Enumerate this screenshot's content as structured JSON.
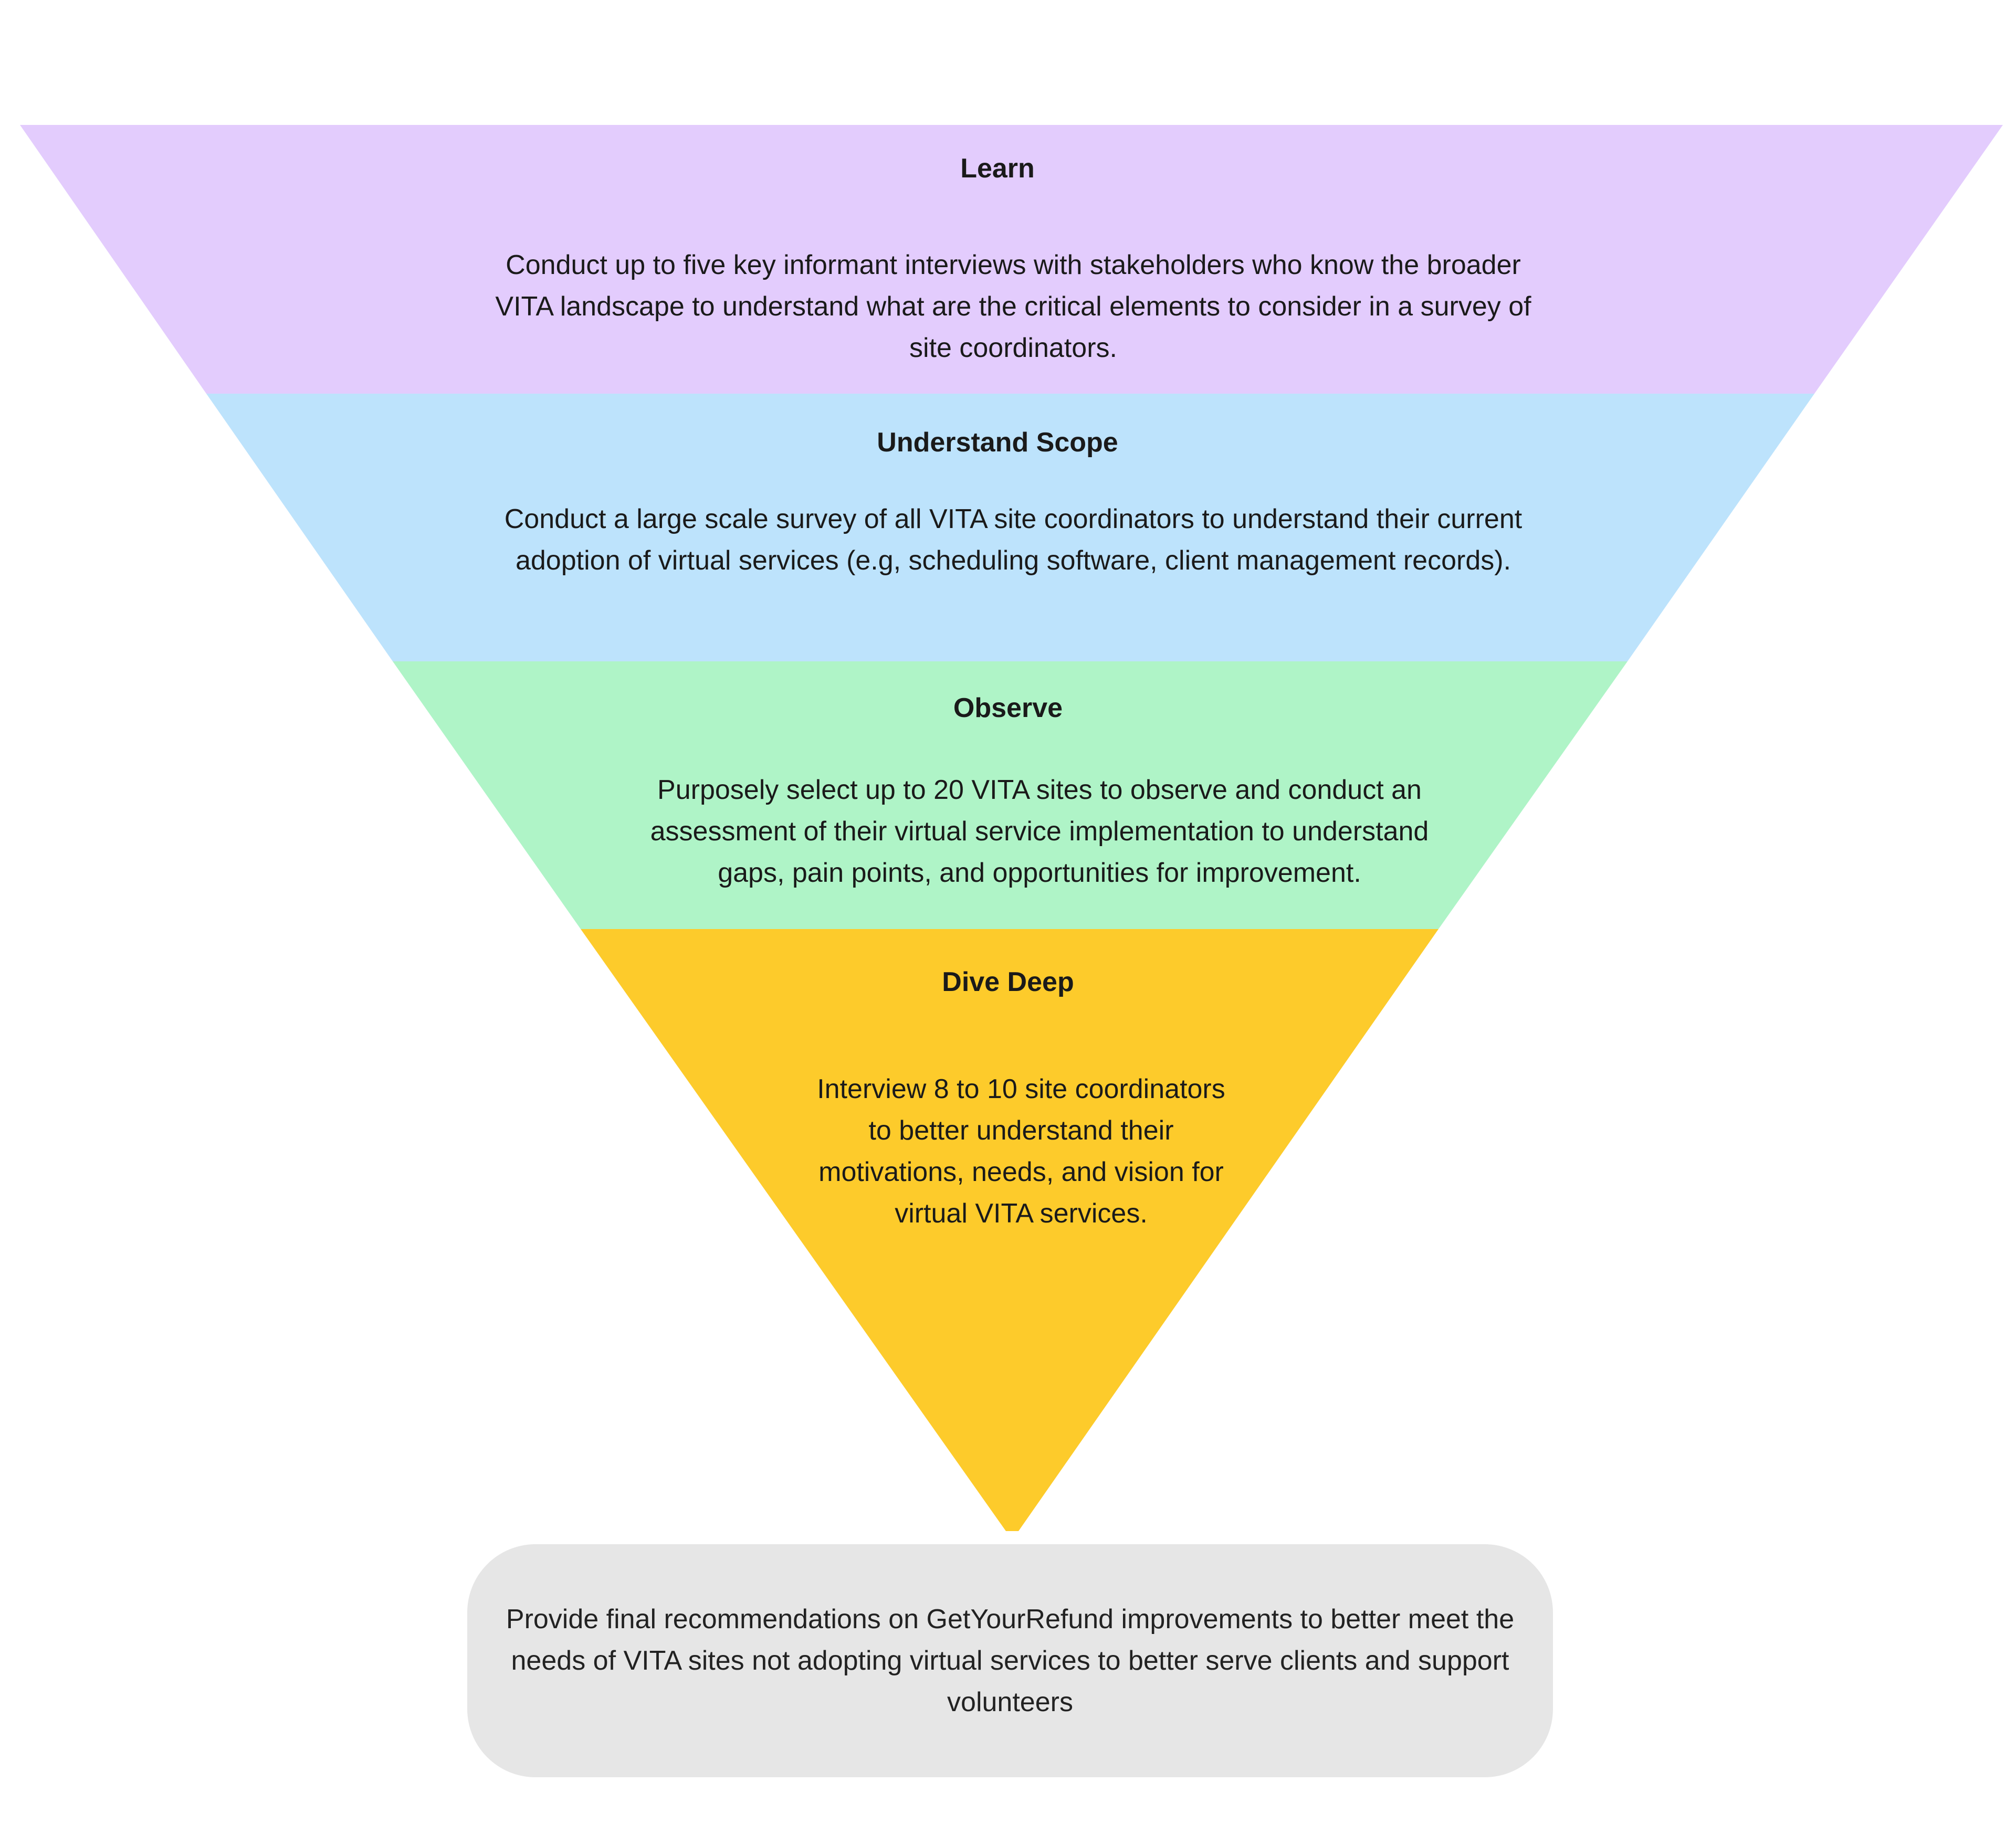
{
  "stages": [
    {
      "title": "Learn",
      "description": "Conduct up to five key informant interviews with stakeholders who know the broader VITA landscape to understand what are the critical elements to consider in a survey of site coordinators.",
      "color": "#e3ccfd"
    },
    {
      "title": "Understand Scope",
      "description": "Conduct a large scale survey of all VITA site coordinators to understand their current adoption of virtual services (e.g, scheduling software, client management records).",
      "color": "#bde3fc"
    },
    {
      "title": "Observe",
      "description": "Purposely select up to 20 VITA sites to observe and conduct an assessment of their virtual service implementation to understand gaps, pain points, and opportunities for improvement.",
      "color": "#aff4c7"
    },
    {
      "title": "Dive Deep",
      "description": "Interview 8 to 10 site coordinators to better understand their motivations, needs, and vision for virtual VITA services.",
      "color": "#fdcb2b"
    }
  ],
  "final": {
    "text": "Provide final recommendations on GetYourRefund improvements to better meet the needs of VITA sites not adopting virtual services to better serve clients and support volunteers",
    "color": "#e6e6e6"
  }
}
